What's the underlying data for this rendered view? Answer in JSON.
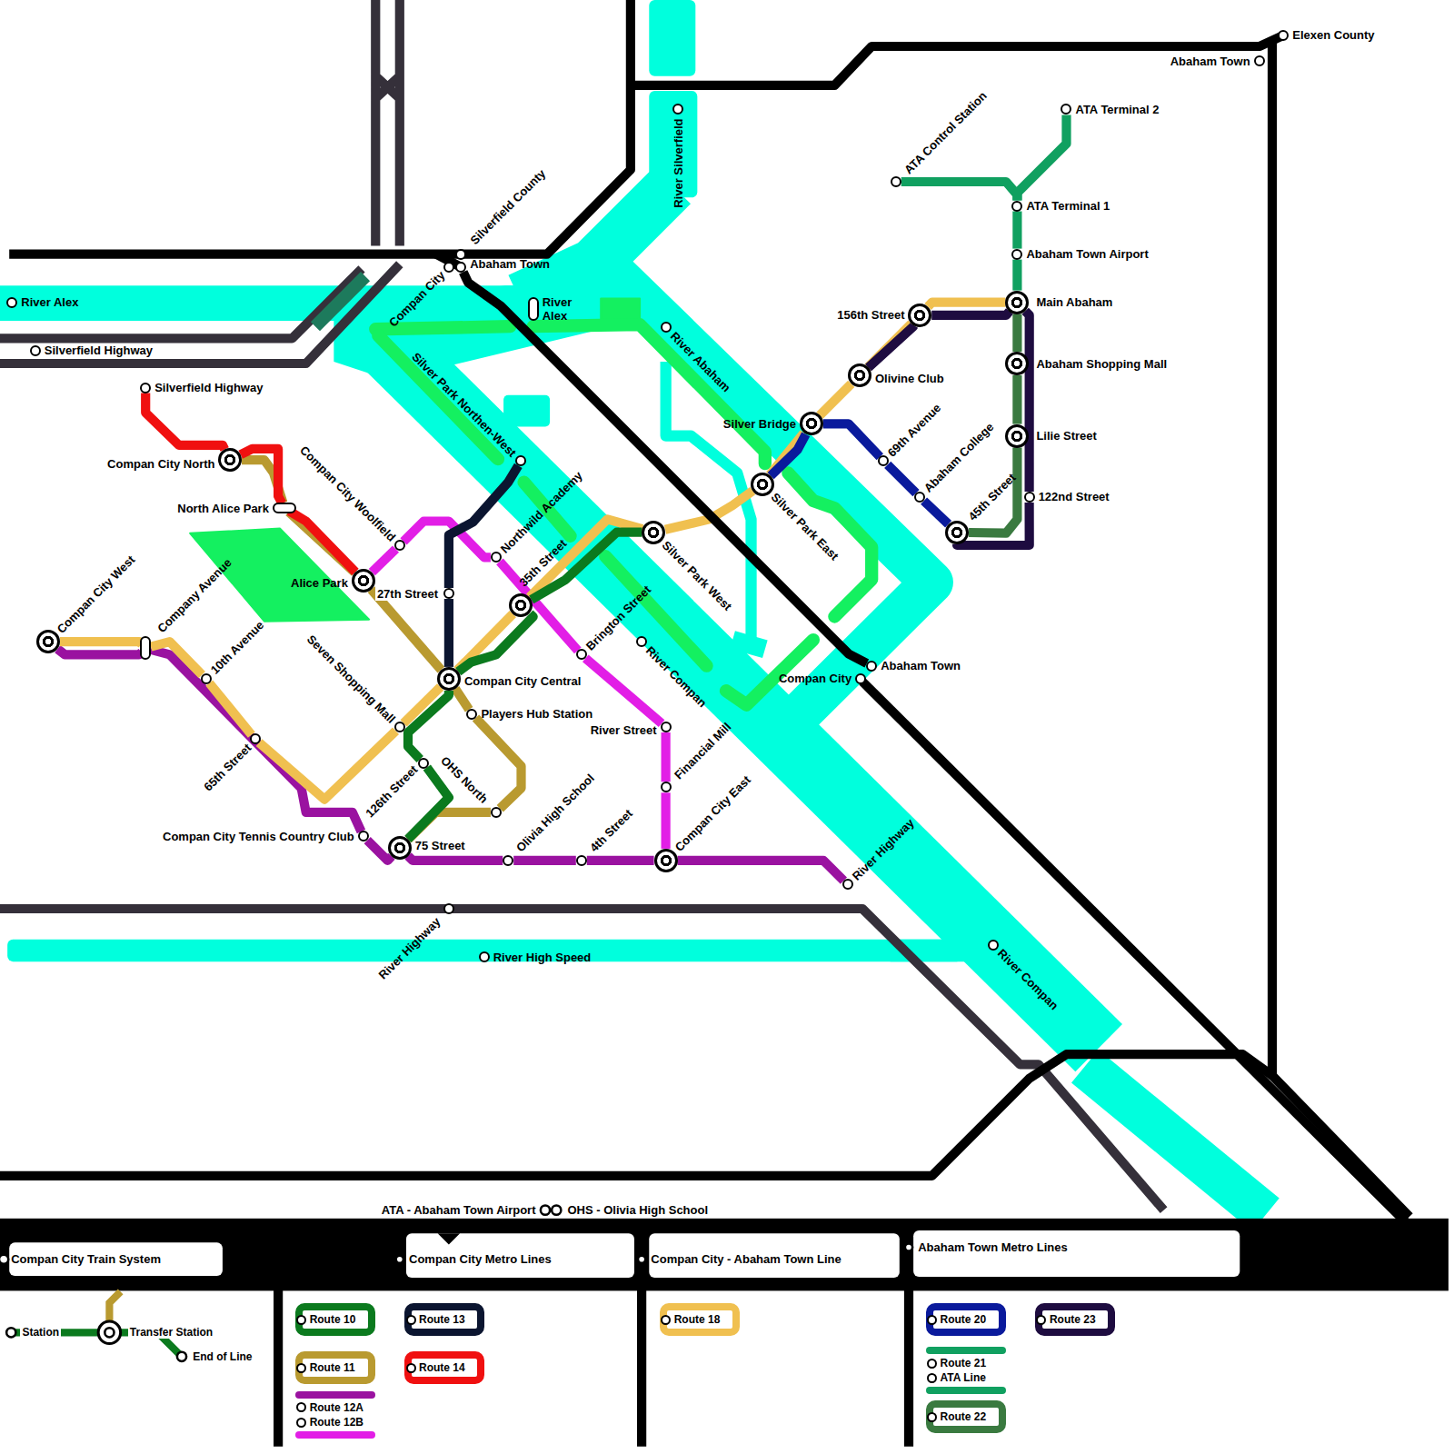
{
  "diagram": {
    "nodes": [
      {
        "text": [
          "River Alex"
        ]
      },
      {
        "text": [
          "Silverfield Highway"
        ]
      },
      {
        "text": [
          "Silverfield County"
        ]
      },
      {
        "text": [
          "Compan City"
        ]
      },
      {
        "text": [
          "Abaham Town"
        ]
      },
      {
        "text": [
          "River Alex"
        ]
      },
      {
        "text": [
          "River Silverfield"
        ]
      },
      {
        "text": [
          "River Abaham"
        ]
      },
      {
        "text": [
          "Silverfield Highway"
        ]
      },
      {
        "text": [
          "Compan City North"
        ]
      },
      {
        "text": [
          "North Alice Park"
        ]
      },
      {
        "text": [
          "Compan City Woolfield"
        ]
      },
      {
        "text": [
          "Alice Park"
        ]
      },
      {
        "text": [
          "Silver Park Northen-West"
        ]
      },
      {
        "text": [
          "Northwild Academy"
        ]
      },
      {
        "text": [
          "27th Street"
        ]
      },
      {
        "text": [
          "Compan City West"
        ]
      },
      {
        "text": [
          "Company Avenue"
        ]
      },
      {
        "text": [
          "10th Avenue"
        ]
      },
      {
        "text": [
          "65th Street"
        ]
      },
      {
        "text": [
          "Compan City Central"
        ]
      },
      {
        "text": [
          "Seven Shopping Mall"
        ]
      },
      {
        "text": [
          "Players Hub Station"
        ]
      },
      {
        "text": [
          "35th Street"
        ]
      },
      {
        "text": [
          "Brington Street"
        ]
      },
      {
        "text": [
          "Silver Park West"
        ]
      },
      {
        "text": [
          "River Compan"
        ]
      },
      {
        "text": [
          "126th Street"
        ]
      },
      {
        "text": [
          "OHS North"
        ]
      },
      {
        "text": [
          "River Street"
        ]
      },
      {
        "text": [
          "Financial Mill"
        ]
      },
      {
        "text": [
          "Compan City Tennis Country Club"
        ]
      },
      {
        "text": [
          "75 Street"
        ]
      },
      {
        "text": [
          "Olivia High School"
        ]
      },
      {
        "text": [
          "4th Street"
        ]
      },
      {
        "text": [
          "Compan City East"
        ]
      },
      {
        "text": [
          "River Highway"
        ]
      },
      {
        "text": [
          "River Highway"
        ]
      },
      {
        "text": [
          "River High Speed"
        ]
      },
      {
        "text": [
          "River Compan"
        ]
      },
      {
        "text": [
          "Silver Park East"
        ]
      },
      {
        "text": [
          "Silver Bridge"
        ]
      },
      {
        "text": [
          "Compan City"
        ]
      },
      {
        "text": [
          "Abaham Town"
        ]
      },
      {
        "text": [
          "Olivine Club"
        ]
      },
      {
        "text": [
          "156th Street"
        ]
      },
      {
        "text": [
          "69th Avenue"
        ]
      },
      {
        "text": [
          "Abaham College"
        ]
      },
      {
        "text": [
          "45th Street"
        ]
      },
      {
        "text": [
          "ATA Control Station"
        ]
      },
      {
        "text": [
          "ATA Terminal 2"
        ]
      },
      {
        "text": [
          "ATA Terminal 1"
        ]
      },
      {
        "text": [
          "Abaham Town Airport"
        ]
      },
      {
        "text": [
          "Main Abaham"
        ]
      },
      {
        "text": [
          "Abaham Shopping Mall"
        ]
      },
      {
        "text": [
          "Lilie Street"
        ]
      },
      {
        "text": [
          "122nd Street"
        ]
      },
      {
        "text": [
          "Elexen County"
        ]
      },
      {
        "text": [
          "Abaham Town"
        ]
      }
    ],
    "edges": [
      {
        "from": 9,
        "to": 10,
        "arrow": "none"
      },
      {
        "from": 10,
        "to": 12,
        "arrow": "none"
      },
      {
        "from": 12,
        "to": 20,
        "arrow": "none"
      },
      {
        "from": 20,
        "to": 22,
        "arrow": "none"
      },
      {
        "from": 22,
        "to": 28,
        "arrow": "none"
      },
      {
        "from": 28,
        "to": 32,
        "arrow": "none"
      },
      {
        "from": 8,
        "to": 9,
        "arrow": "none"
      },
      {
        "from": 9,
        "to": 10,
        "arrow": "none"
      },
      {
        "from": 10,
        "to": 12,
        "arrow": "none"
      },
      {
        "from": 16,
        "to": 17,
        "arrow": "none"
      },
      {
        "from": 17,
        "to": 31,
        "arrow": "none"
      },
      {
        "from": 31,
        "to": 32,
        "arrow": "none"
      },
      {
        "from": 32,
        "to": 33,
        "arrow": "none"
      },
      {
        "from": 33,
        "to": 34,
        "arrow": "none"
      },
      {
        "from": 34,
        "to": 35,
        "arrow": "none"
      },
      {
        "from": 35,
        "to": 36,
        "arrow": "none"
      },
      {
        "from": 12,
        "to": 11,
        "arrow": "none"
      },
      {
        "from": 11,
        "to": 14,
        "arrow": "none"
      },
      {
        "from": 14,
        "to": 24,
        "arrow": "none"
      },
      {
        "from": 24,
        "to": 29,
        "arrow": "none"
      },
      {
        "from": 29,
        "to": 30,
        "arrow": "none"
      },
      {
        "from": 30,
        "to": 35,
        "arrow": "none"
      },
      {
        "from": 13,
        "to": 15,
        "arrow": "none"
      },
      {
        "from": 15,
        "to": 20,
        "arrow": "none"
      },
      {
        "from": 16,
        "to": 17,
        "arrow": "none"
      },
      {
        "from": 17,
        "to": 18,
        "arrow": "none"
      },
      {
        "from": 18,
        "to": 19,
        "arrow": "none"
      },
      {
        "from": 19,
        "to": 21,
        "arrow": "none"
      },
      {
        "from": 21,
        "to": 20,
        "arrow": "none"
      },
      {
        "from": 20,
        "to": 23,
        "arrow": "none"
      },
      {
        "from": 23,
        "to": 25,
        "arrow": "none"
      },
      {
        "from": 25,
        "to": 40,
        "arrow": "none"
      },
      {
        "from": 40,
        "to": 41,
        "arrow": "none"
      },
      {
        "from": 41,
        "to": 44,
        "arrow": "none"
      },
      {
        "from": 44,
        "to": 45,
        "arrow": "none"
      },
      {
        "from": 45,
        "to": 53,
        "arrow": "none"
      },
      {
        "from": 32,
        "to": 27,
        "arrow": "none"
      },
      {
        "from": 27,
        "to": 20,
        "arrow": "none"
      },
      {
        "from": 20,
        "to": 23,
        "arrow": "none"
      },
      {
        "from": 23,
        "to": 25,
        "arrow": "none"
      },
      {
        "from": 40,
        "to": 41,
        "arrow": "none"
      },
      {
        "from": 41,
        "to": 46,
        "arrow": "none"
      },
      {
        "from": 46,
        "to": 47,
        "arrow": "none"
      },
      {
        "from": 47,
        "to": 48,
        "arrow": "none"
      },
      {
        "from": 44,
        "to": 45,
        "arrow": "none"
      },
      {
        "from": 45,
        "to": 53,
        "arrow": "none"
      },
      {
        "from": 53,
        "to": 56,
        "arrow": "none"
      },
      {
        "from": 56,
        "to": 48,
        "arrow": "none"
      },
      {
        "from": 53,
        "to": 54,
        "arrow": "none"
      },
      {
        "from": 54,
        "to": 55,
        "arrow": "none"
      },
      {
        "from": 55,
        "to": 48,
        "arrow": "none"
      },
      {
        "from": 49,
        "to": 51,
        "arrow": "none"
      },
      {
        "from": 50,
        "to": 51,
        "arrow": "none"
      },
      {
        "from": 51,
        "to": 52,
        "arrow": "none"
      },
      {
        "from": 52,
        "to": 53,
        "arrow": "none"
      },
      {
        "from": 4,
        "to": 43,
        "arrow": "none"
      }
    ],
    "labels": [
      "Compan City Train System",
      "ATA - Abaham Town Airport",
      "OHS - Olivia High School",
      "Compan City Metro Lines",
      "Compan City - Abaham Town Line",
      "Abaham Town Metro Lines"
    ],
    "legend": [
      {
        "text": "Station"
      },
      {
        "text": "Transfer Station"
      },
      {
        "text": "End of Line"
      },
      {
        "text": "Route 10",
        "color": "#0b7a1e"
      },
      {
        "text": "Route 11",
        "color": "#b99a30"
      },
      {
        "text": "Route 12A",
        "color": "#9a12a0"
      },
      {
        "text": "Route 12B",
        "color": "#e21ee6"
      },
      {
        "text": "Route 13",
        "color": "#0b1530"
      },
      {
        "text": "Route 14",
        "color": "#f01010"
      },
      {
        "text": "Route 18",
        "color": "#f0c050"
      },
      {
        "text": "Route 20",
        "color": "#0a1a9c"
      },
      {
        "text": "Route 21",
        "color": "#10a060"
      },
      {
        "text": "ATA Line",
        "color": "#10a060"
      },
      {
        "text": "Route 22",
        "color": "#3a7a40"
      },
      {
        "text": "Route 23",
        "color": "#1e0c40"
      }
    ]
  }
}
